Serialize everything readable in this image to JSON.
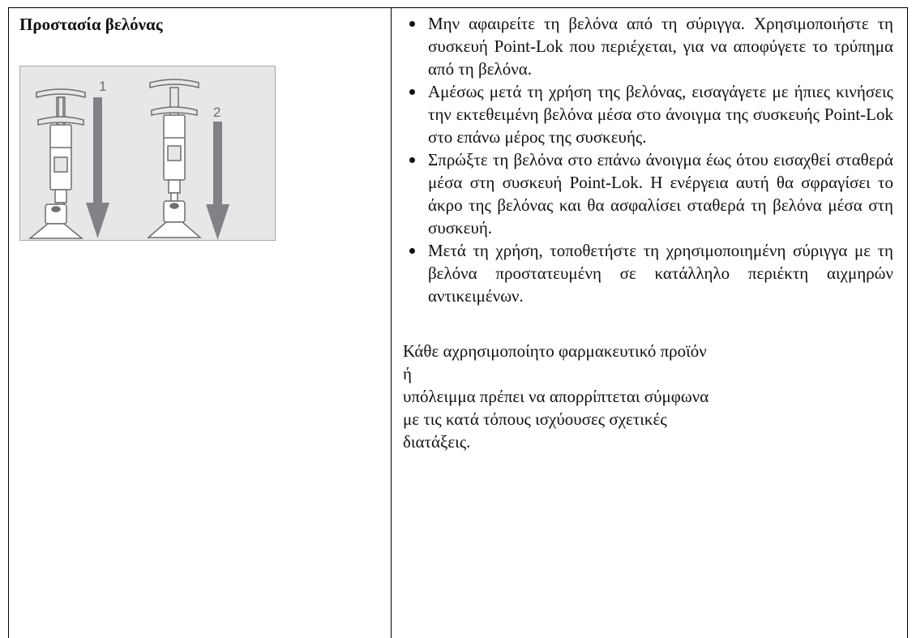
{
  "left_cell": {
    "heading": "Προστασία βελόνας",
    "illustration": {
      "step_1_label": "1",
      "step_2_label": "2",
      "colors": {
        "background": "#e6e7e8",
        "stroke": "#6d6e71",
        "arrow": "#808285"
      }
    }
  },
  "right_cell": {
    "bullets": [
      "Μην αφαιρείτε τη βελόνα από τη σύριγγα. Χρησιμοποιήστε τη συσκευή Point-Lok που περιέχεται, για να αποφύγετε το τρύπημα από τη βελόνα.",
      "Αμέσως μετά τη χρήση της βελόνας, εισαγάγετε με ήπιες κινήσεις την εκτεθειμένη βελόνα μέσα στο άνοιγμα της συσκευής Point-Lok στο επάνω μέρος της συσκευής.",
      "Σπρώξτε τη βελόνα στο επάνω άνοιγμα έως ότου εισαχθεί σταθερά μέσα στη συσκευή Point-Lok. Η ενέργεια αυτή θα σφραγίσει το άκρο της βελόνας και θα ασφαλίσει σταθερά τη βελόνα μέσα στη συσκευή.",
      "Μετά τη χρήση, τοποθετήστε τη χρησιμοποιημένη σύριγγα με τη βελόνα προστατευμένη σε κατάλληλο περιέκτη αιχμηρών αντικειμένων."
    ],
    "paragraph_lines": [
      "Κάθε αχρησιμοποίητο φαρμακευτικό προϊόν ή",
      "υπόλειμμα πρέπει να απορρίπτεται σύμφωνα",
      "με τις κατά τόπους ισχύουσες σχετικές",
      "διατάξεις."
    ]
  }
}
